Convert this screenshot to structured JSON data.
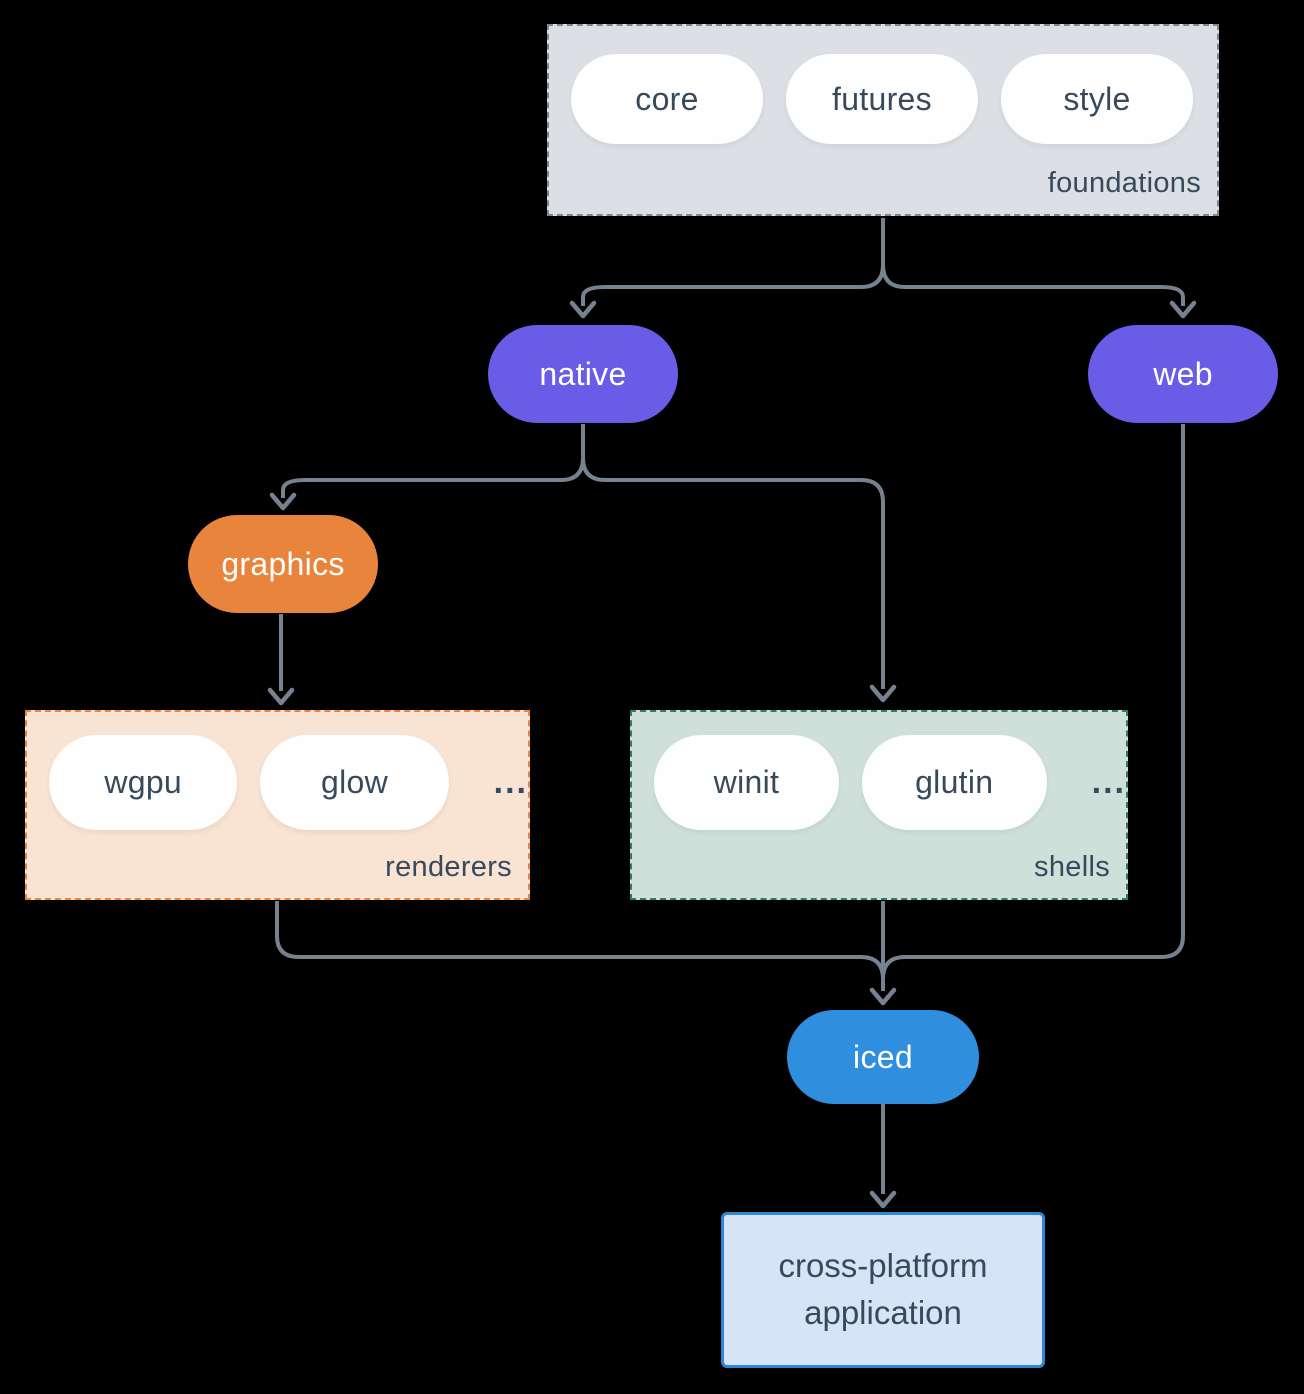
{
  "foundations": {
    "label": "foundations",
    "items": [
      "core",
      "futures",
      "style"
    ]
  },
  "nodes": {
    "native": "native",
    "web": "web",
    "graphics": "graphics",
    "iced": "iced",
    "app": "cross-platform application"
  },
  "renderers": {
    "label": "renderers",
    "items": [
      "wgpu",
      "glow"
    ],
    "ellipsis": "..."
  },
  "shells": {
    "label": "shells",
    "items": [
      "winit",
      "glutin"
    ],
    "ellipsis": "..."
  },
  "colors": {
    "background": "#000000",
    "connector": "#76828f",
    "purple": "#695ce6",
    "orange": "#e8843c",
    "blue": "#2f8ede",
    "foundations_fill": "#dce0e4",
    "foundations_border": "#7b8794",
    "renderers_fill": "#f9e3d2",
    "shells_fill": "#cfe0da",
    "shells_border": "#2e7b6c",
    "app_fill": "#d5e5f7",
    "app_border": "#2e86d4",
    "text_dark": "#374a5c"
  }
}
